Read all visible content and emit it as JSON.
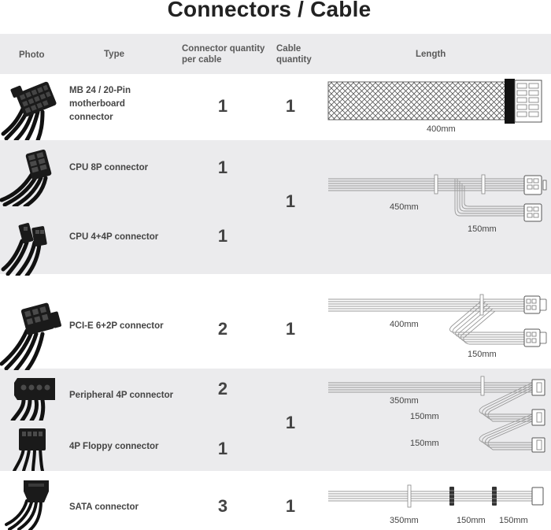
{
  "title": "Connectors / Cable",
  "headers": {
    "photo": "Photo",
    "type": "Type",
    "conn_qty_1": "Connector quantity",
    "conn_qty_2": "per cable",
    "cable_qty_1": "Cable",
    "cable_qty_2": "quantity",
    "length": "Length"
  },
  "rows": [
    {
      "type_lines": [
        "MB 24 / 20-Pin",
        "motherboard",
        "connector"
      ],
      "conn_qty": "1",
      "cable_qty": "1",
      "lengths": [
        "400mm"
      ]
    },
    {
      "type": "CPU 8P connector",
      "conn_qty": "1"
    },
    {
      "type": "CPU 4+4P connector",
      "conn_qty": "1",
      "cable_qty": "1",
      "lengths": [
        "450mm",
        "150mm"
      ]
    },
    {
      "type": "PCI-E 6+2P connector",
      "conn_qty": "2",
      "cable_qty": "1",
      "lengths": [
        "400mm",
        "150mm"
      ]
    },
    {
      "type": "Peripheral 4P connector",
      "conn_qty": "2"
    },
    {
      "type": "4P Floppy connector",
      "conn_qty": "1",
      "cable_qty": "1",
      "lengths": [
        "350mm",
        "150mm",
        "150mm"
      ]
    },
    {
      "type": "SATA connector",
      "conn_qty": "3",
      "cable_qty": "1",
      "lengths": [
        "350mm",
        "150mm",
        "150mm"
      ]
    }
  ],
  "icons": [
    "mb-24pin-connector-icon",
    "cpu-8p-connector-icon",
    "cpu-4plus4p-connector-icon",
    "pcie-6plus2p-connector-icon",
    "peripheral-4p-connector-icon",
    "floppy-4p-connector-icon",
    "sata-connector-icon"
  ],
  "colors": {
    "band_gray": "#ebebed",
    "cable": "#9a9a9a",
    "connector_black": "#111111"
  }
}
